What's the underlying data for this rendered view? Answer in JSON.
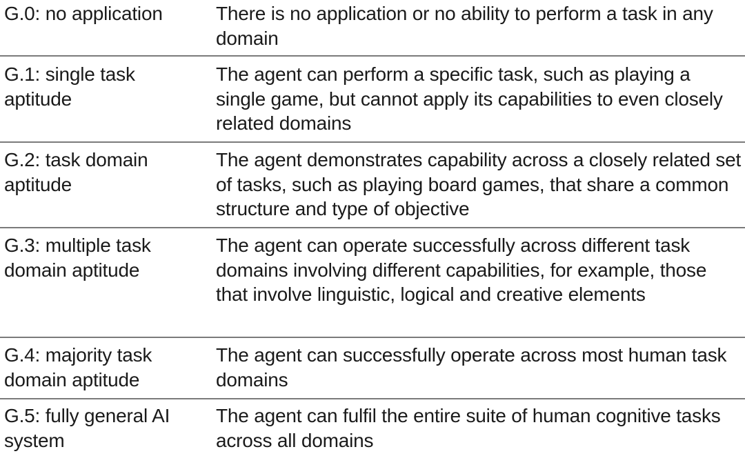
{
  "rows": [
    {
      "level": "G.0: no application",
      "description": "There is no application or no ability to perform a task in any domain"
    },
    {
      "level": "G.1: single task aptitude",
      "description": "The agent can perform a specific task, such as playing a single game, but cannot apply its capabilities to even closely related domains"
    },
    {
      "level": "G.2: task domain aptitude",
      "description": "The agent demonstrates capability across a closely related set of tasks, such as playing board games, that share a common structure and type of objective"
    },
    {
      "level": "G.3: multiple task domain aptitude",
      "description": "The agent can operate successfully across different task domains involving different capabilities, for example, those that involve linguistic, logical and creative elements"
    },
    {
      "level": "G.4: majority task domain aptitude",
      "description": "The agent can successfully operate across most human task domains"
    },
    {
      "level": "G.5: fully general AI system",
      "description": "The agent can fulfil the entire suite of human cognitive tasks across all domains"
    }
  ]
}
